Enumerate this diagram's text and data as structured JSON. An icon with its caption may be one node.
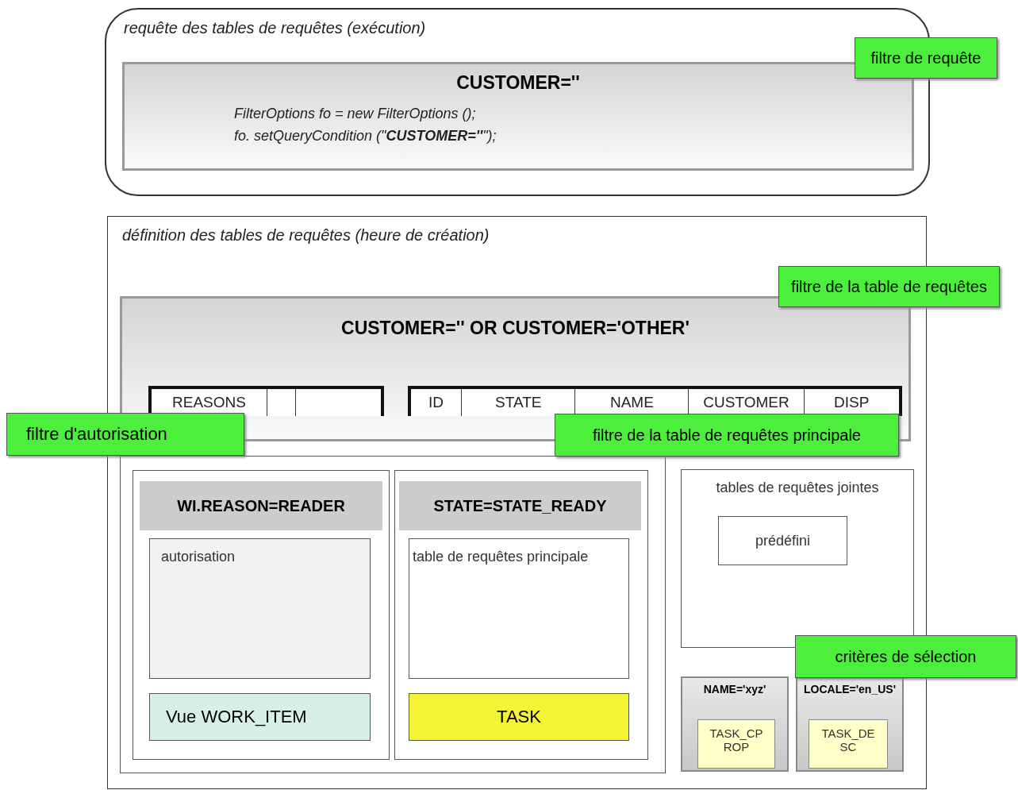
{
  "diagram": {
    "nodes": [
      {
        "text": [
          "requête des tables de requêtes (exécution)"
        ]
      },
      {
        "text": [
          "CUSTOMER=''",
          "FilterOptions fo = new FilterOptions ();",
          "fo. setQueryCondition (\"**CUSTOMER=''**\");"
        ],
        "in": 0
      },
      {
        "text": [
          "filtre de requête"
        ]
      },
      {
        "text": [
          "définition des tables de requêtes (heure de création)"
        ]
      },
      {
        "text": [
          "filtre de la table de requêtes"
        ]
      },
      {
        "text": [
          "CUSTOMER='' OR CUSTOMER='OTHER'"
        ],
        "in": 3
      },
      {
        "text": [
          "REASONS"
        ],
        "in": 5
      },
      {
        "text": [
          "ID",
          "STATE",
          "NAME",
          "CUSTOMER",
          "DISP"
        ],
        "in": 5
      },
      {
        "text": [
          "filtre d'autorisation"
        ]
      },
      {
        "text": [
          "filtre de la table de requêtes principale"
        ],
        "in": 3
      },
      {
        "text": [],
        "shape": "box",
        "in": 3
      },
      {
        "text": [],
        "shape": "box",
        "in": 10
      },
      {
        "text": [
          "WI.REASON=READER"
        ],
        "in": 11
      },
      {
        "text": [
          "autorisation"
        ],
        "in": 11
      },
      {
        "text": [
          "Vue WORK_ITEM"
        ],
        "in": 11
      },
      {
        "text": [],
        "shape": "box",
        "in": 10
      },
      {
        "text": [
          "STATE=STATE_READY"
        ],
        "in": 15
      },
      {
        "text": [
          "table de requêtes principale"
        ],
        "in": 15
      },
      {
        "text": [
          "TASK"
        ],
        "in": 15
      },
      {
        "text": [
          "tables de requêtes jointes"
        ],
        "in": 3
      },
      {
        "text": [
          "prédéfini"
        ],
        "in": 19
      },
      {
        "text": [
          "critères de sélection"
        ]
      },
      {
        "text": [
          "NAME='xyz'"
        ],
        "in": 3
      },
      {
        "text": [
          "TASK_CPROP"
        ],
        "in": 22
      },
      {
        "text": [
          "LOCALE='en_US'"
        ],
        "in": 3
      },
      {
        "text": [
          "TASK_DESC"
        ],
        "in": 24
      }
    ]
  }
}
